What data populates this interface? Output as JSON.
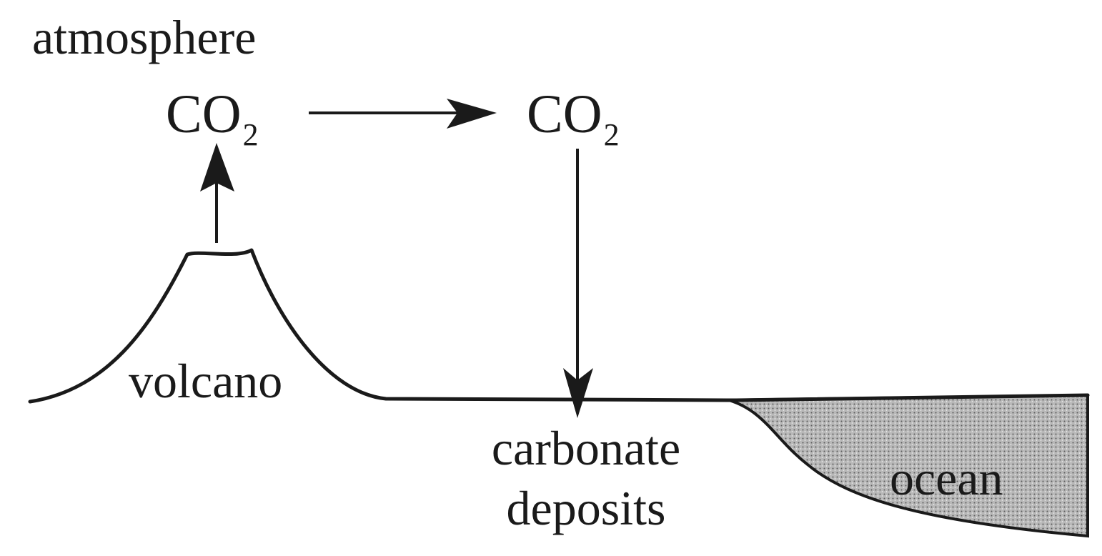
{
  "labels": {
    "atmosphere": "atmosphere",
    "co2_left": "CO",
    "co2_left_sub": "2",
    "co2_right": "CO",
    "co2_right_sub": "2",
    "volcano": "volcano",
    "carbonate_line1": "carbonate",
    "carbonate_line2": "deposits",
    "ocean": "ocean"
  },
  "colors": {
    "ink": "#1a1a1a",
    "ocean_fill": "#9a9a9a",
    "background": "#ffffff"
  }
}
